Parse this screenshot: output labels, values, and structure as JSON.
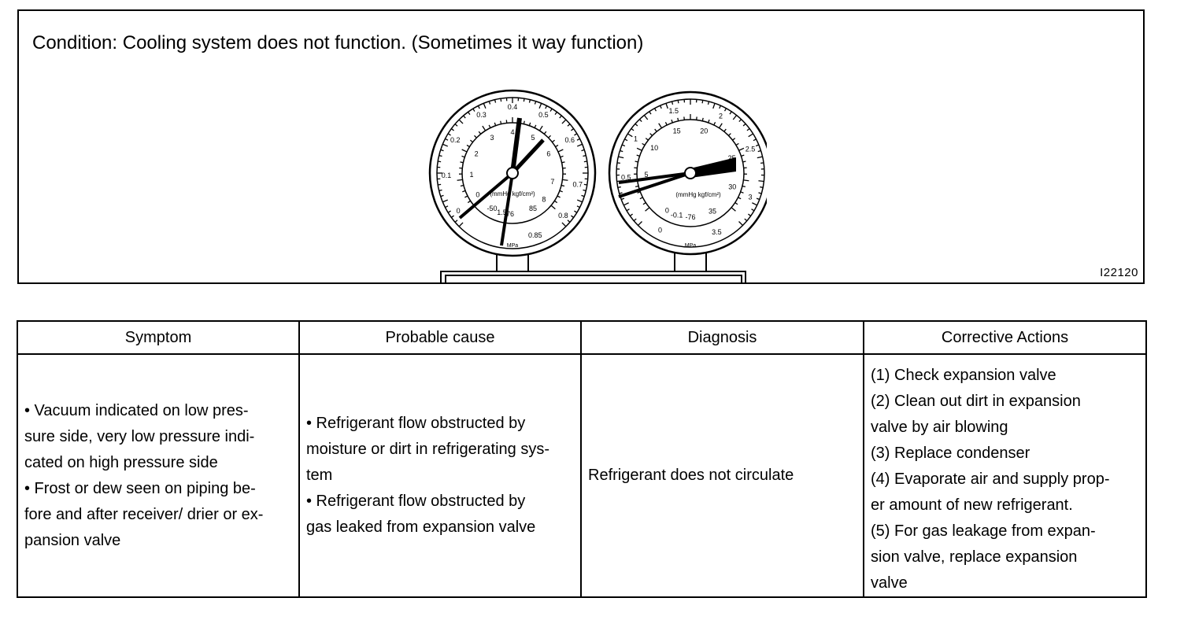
{
  "condition": "Condition: Cooling system does not function. (Sometimes it way function)",
  "figure_id": "I22120",
  "gauges": {
    "low": {
      "outer_scale": [
        "0.4",
        "0.3",
        "0.5",
        "0.2",
        "0.6",
        "0.1",
        "0.7",
        "0",
        "0.8",
        "0.85"
      ],
      "inner_scale": [
        "4",
        "3",
        "5",
        "2",
        "6",
        "1",
        "7",
        "0",
        "8",
        "85",
        "-50",
        "-76",
        "1.5"
      ],
      "unit_label": "(mmHg kgf/cm²)",
      "mpa_label": "MPa"
    },
    "high": {
      "outer_scale": [
        "1.5",
        "2",
        "1",
        "2.5",
        "0.5",
        "3",
        "0",
        "3.5"
      ],
      "inner_scale": [
        "15",
        "20",
        "10",
        "25",
        "5",
        "30",
        "0",
        "35",
        "-76",
        "-0.1"
      ],
      "unit_label": "(mmHg kgf/cm²)",
      "mpa_label": "MPa"
    }
  },
  "table": {
    "headers": [
      "Symptom",
      "Probable cause",
      "Diagnosis",
      "Corrective Actions"
    ],
    "symptom_lines": [
      "• Vacuum indicated on low pres-",
      "sure side, very low pressure indi-",
      "cated on high pressure side",
      "• Frost or dew seen on piping be-",
      "fore and after receiver/ drier or ex-",
      "pansion valve"
    ],
    "cause_lines": [
      "• Refrigerant flow obstructed by",
      "moisture or dirt in refrigerating sys-",
      "tem",
      "• Refrigerant flow obstructed by",
      "gas leaked from expansion valve"
    ],
    "diagnosis": "Refrigerant does not circulate",
    "action_lines": [
      "(1) Check expansion valve",
      "(2) Clean out dirt in expansion",
      "valve by air blowing",
      "(3) Replace condenser",
      "(4) Evaporate air and supply prop-",
      "er amount of new refrigerant.",
      "(5) For gas leakage from expan-",
      "sion valve, replace expansion",
      "valve"
    ]
  }
}
